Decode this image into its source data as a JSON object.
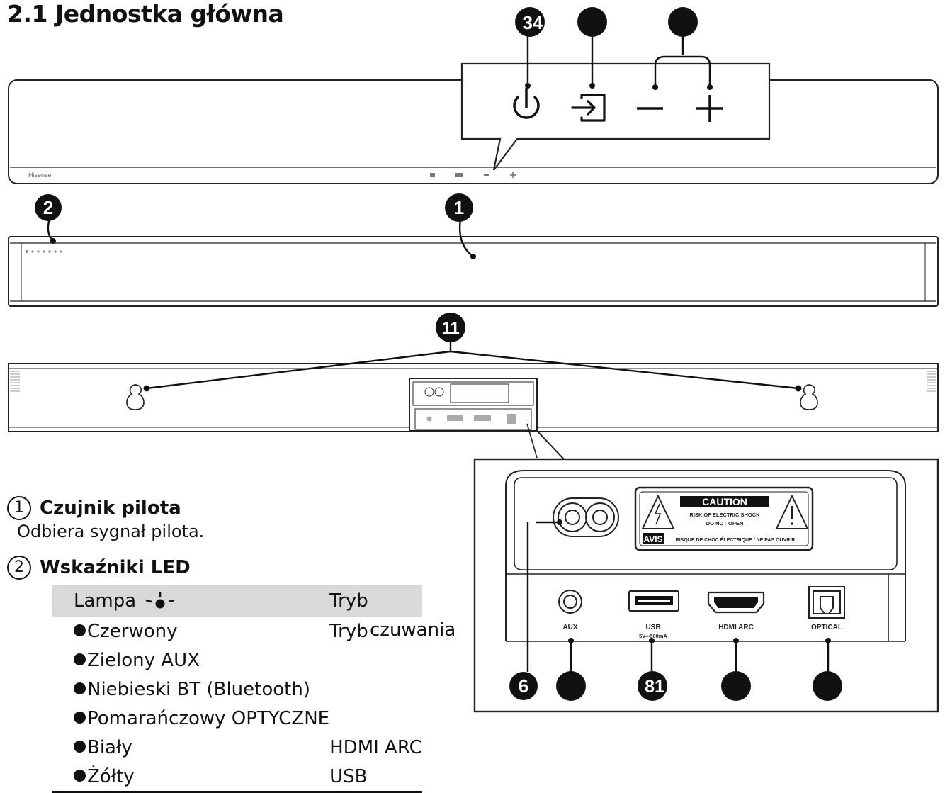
{
  "page_title": "2.1 Jednostka główna",
  "callouts": {
    "top_power": "34",
    "front_remote_sensor": "1",
    "front_led": "2",
    "rear_wall_mount": "11",
    "panel_6": "6",
    "panel_81": "81"
  },
  "device": {
    "brand_label": "Hisense",
    "rear_caution_title": "CAUTION",
    "rear_caution_line1": "RISK OF ELECTRIC SHOCK",
    "rear_caution_line2": "DO NOT OPEN",
    "rear_avis_label": "AVIS",
    "rear_avis_text": "RISQUE DE CHOC ÉLECTRIQUE / NE PAS OUVRIR",
    "ports": {
      "aux": "AUX",
      "usb": "USB",
      "usb_rating": "5V⎓500mA",
      "hdmi": "HDMI ARC",
      "optical": "OPTICAL"
    }
  },
  "descriptions": [
    {
      "num": "1",
      "title": "Czujnik pilota",
      "text": "Odbiera sygnał pilota."
    },
    {
      "num": "2",
      "title": "Wskaźniki LED",
      "text": ""
    }
  ],
  "led_table": {
    "headers": [
      "Lampa",
      "Tryb"
    ],
    "rows": [
      {
        "lamp": "Czerwony",
        "mode": "Tryb"
      },
      {
        "lamp": "Zielony AUX",
        "mode": ""
      },
      {
        "lamp": "Niebieski BT (Bluetooth)",
        "mode": ""
      },
      {
        "lamp": "Pomarańczowy OPTYCZNE",
        "mode": ""
      },
      {
        "lamp": "Biały",
        "mode": "HDMI ARC"
      },
      {
        "lamp": "Żółty",
        "mode": "USB"
      }
    ],
    "overflow_text": "czuwania"
  }
}
